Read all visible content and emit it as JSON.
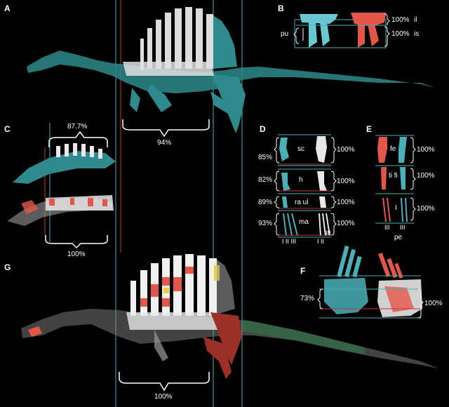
{
  "panels": [
    "A",
    "B",
    "C",
    "D",
    "E",
    "F",
    "G"
  ],
  "panel_a": {
    "span": "94%"
  },
  "panel_b": {
    "pu": "pu",
    "il_pct": "100%",
    "il": "il",
    "is_pct": "100%",
    "is": "is"
  },
  "panel_c": {
    "top": "87.7%",
    "bottom": "100%"
  },
  "panel_d": {
    "rows": [
      {
        "left": "85%",
        "name": "sc",
        "right": "100%"
      },
      {
        "left": "82%",
        "name": "h",
        "right": "100%"
      },
      {
        "left": "89%",
        "name": "ra ul",
        "right": "100%"
      },
      {
        "left": "93%",
        "name": "ma",
        "right": "100%"
      }
    ],
    "digits_left": "I II III",
    "digits_right": "I II",
    "digit_extra": "III"
  },
  "panel_e": {
    "rows": [
      {
        "name": "fe",
        "right": "100%"
      },
      {
        "name": "ti fi",
        "right": "100%"
      },
      {
        "name": "I",
        "right": "100%"
      }
    ],
    "digits_left": "III",
    "digits_right": "III",
    "pe": "pe"
  },
  "panel_f": {
    "left": "73%",
    "right": "100%"
  },
  "panel_g": {
    "span": "100%"
  },
  "colors": {
    "teal": "#2e8a8c",
    "red": "#e3574a",
    "white": "#e8e8e8",
    "yellow": "#e8d040",
    "gray": "#8a8a8a",
    "guide": "#4ab0b8",
    "redline": "#c0392b"
  }
}
